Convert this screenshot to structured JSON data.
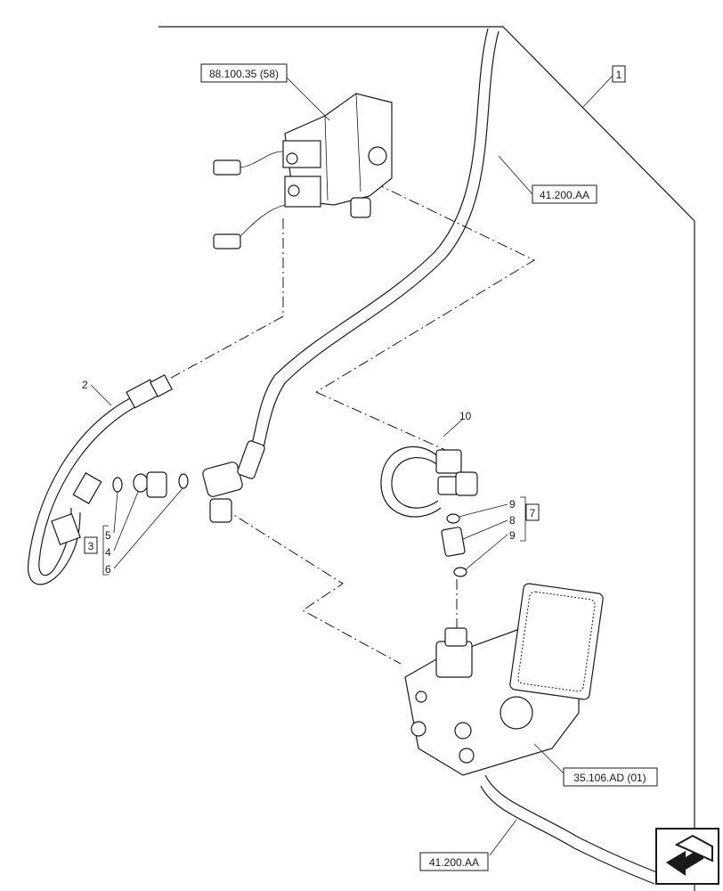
{
  "refs": {
    "valve_ref": "88.100.35 (58)",
    "hose_ref_top": "41.200.AA",
    "pump_ref": "35.106.AD (01)",
    "hose_ref_bottom": "41.200.AA",
    "kit_1": "1",
    "kit_3": "3",
    "kit_7": "7"
  },
  "callouts": {
    "c2": "2",
    "c4": "4",
    "c5": "5",
    "c6": "6",
    "c8": "8",
    "c9a": "9",
    "c9b": "9",
    "c10": "10"
  },
  "icons": {
    "nav": "next-page-arrow-icon"
  }
}
